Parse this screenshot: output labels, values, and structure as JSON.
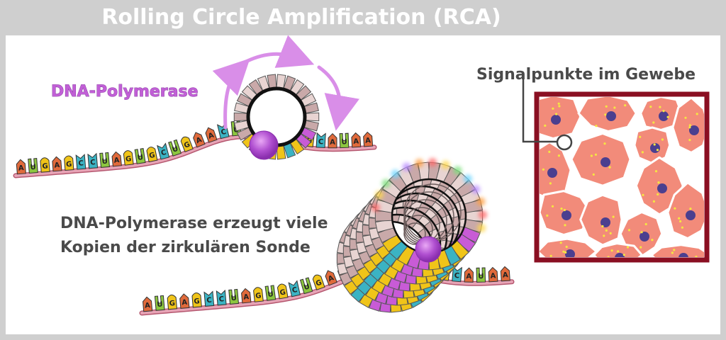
{
  "title": "Rolling Circle Amplification (RCA)",
  "labels": {
    "polymerase": "DNA-Polymerase",
    "copies_line1": "DNA-Polymerase erzeugt viele",
    "copies_line2": "Kopien der zirkulären Sonde",
    "signal": "Signalpunkte im Gewebe"
  },
  "strand_top": [
    "A",
    "U",
    "G",
    "A",
    "G",
    "C",
    "C",
    "U",
    "A",
    "G",
    "U",
    "G",
    "C",
    "U",
    "G",
    "A",
    "A",
    "C",
    "U",
    "G",
    "C",
    "A",
    "C",
    "C",
    "G",
    "C",
    "A",
    "U",
    "A",
    "A"
  ],
  "strand_bottom": [
    "A",
    "U",
    "G",
    "A",
    "G",
    "C",
    "C",
    "U",
    "A",
    "G",
    "U",
    "G",
    "C",
    "U",
    "G",
    "A",
    "A",
    "C",
    "U",
    "G",
    "C",
    "A",
    "C",
    "C",
    "G",
    "C",
    "A",
    "U",
    "A",
    "A"
  ],
  "colors": {
    "A": "#e06a3b",
    "U": "#8cc63f",
    "G": "#f0c419",
    "C": "#3bb3c3",
    "backbone": "#e7a4b6",
    "polymerase": "#b04fd0",
    "tissue_border": "#8a0f22",
    "cell": "#f28b7a",
    "nucleus": "#4b3f8f",
    "dot": "#f5e642",
    "title_bar": "#cfcfcf"
  }
}
